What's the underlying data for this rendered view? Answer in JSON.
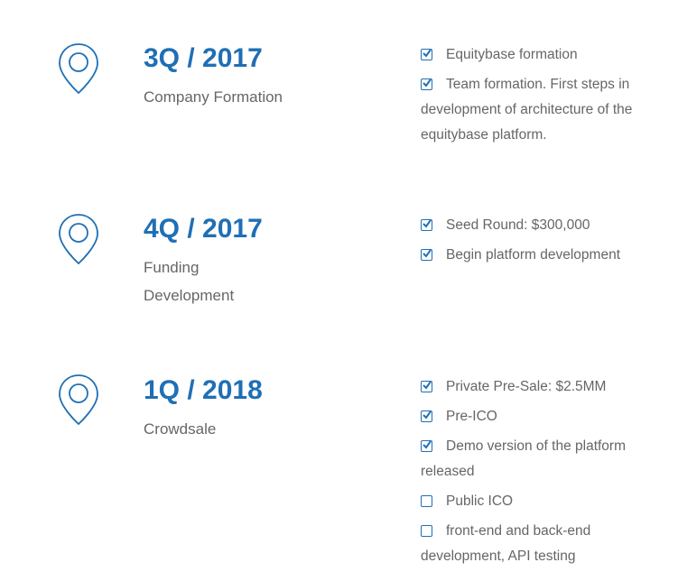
{
  "milestones": [
    {
      "period": "3Q / 2017",
      "phase": "Company Formation",
      "tasks": [
        {
          "text": "Equitybase formation",
          "done": true
        },
        {
          "text": "Team formation. First steps in development of architecture of the equitybase platform.",
          "done": true
        }
      ]
    },
    {
      "period": "4Q / 2017",
      "phase": "Funding Development",
      "tasks": [
        {
          "text": "Seed Round: $300,000",
          "done": true
        },
        {
          "text": "Begin platform development",
          "done": true
        }
      ]
    },
    {
      "period": "1Q / 2018",
      "phase": "Crowdsale",
      "tasks": [
        {
          "text": "Private Pre-Sale: $2.5MM",
          "done": true
        },
        {
          "text": "Pre-ICO",
          "done": true
        },
        {
          "text": "Demo version of the platform released",
          "done": true
        },
        {
          "text": "Public ICO",
          "done": false
        },
        {
          "text": "front-end and back-end development, API testing",
          "done": false
        }
      ]
    }
  ],
  "colors": {
    "accent": "#1f6fb5",
    "text": "#666666",
    "background": "#ffffff"
  },
  "icons": {
    "milestone": "map-pin-icon",
    "done": "checked-checkbox-icon",
    "pending": "empty-checkbox-icon"
  }
}
